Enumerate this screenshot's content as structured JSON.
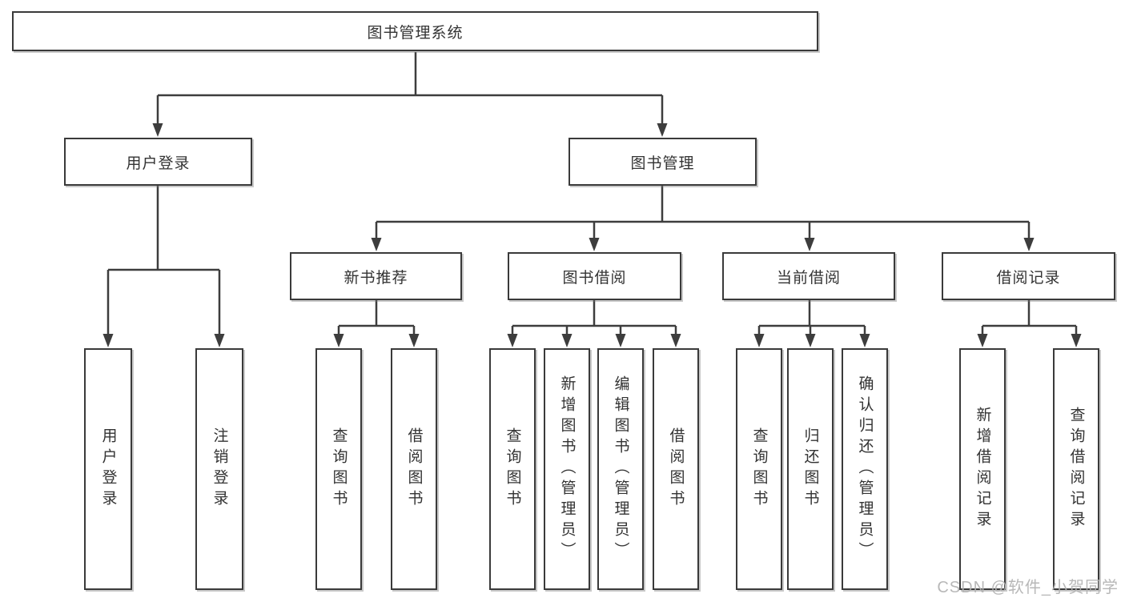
{
  "nodes": {
    "root": "图书管理系统",
    "user_login": "用户登录",
    "book_mgmt": "图书管理",
    "new_book_rec": "新书推荐",
    "book_borrow": "图书借阅",
    "current_borrow": "当前借阅",
    "borrow_records": "借阅记录",
    "leaf_user_login": "用户登录",
    "leaf_logout": "注销登录",
    "leaf_nb_query": "查询图书",
    "leaf_nb_borrow": "借阅图书",
    "leaf_bb_query": "查询图书",
    "leaf_bb_add": "新增图书（管理员）",
    "leaf_bb_edit": "编辑图书（管理员）",
    "leaf_bb_borrow": "借阅图书",
    "leaf_cb_query": "查询图书",
    "leaf_cb_return": "归还图书",
    "leaf_cb_confirm": "确认归还（管理员）",
    "leaf_br_add": "新增借阅记录",
    "leaf_br_query": "查询借阅记录"
  },
  "watermark": "CSDN @软件_小贺同学",
  "colors": {
    "box_border": "#3a3a3a",
    "connector": "#3d3d3d",
    "text": "#333333",
    "watermark": "#b2b2b2",
    "background": "#ffffff"
  }
}
